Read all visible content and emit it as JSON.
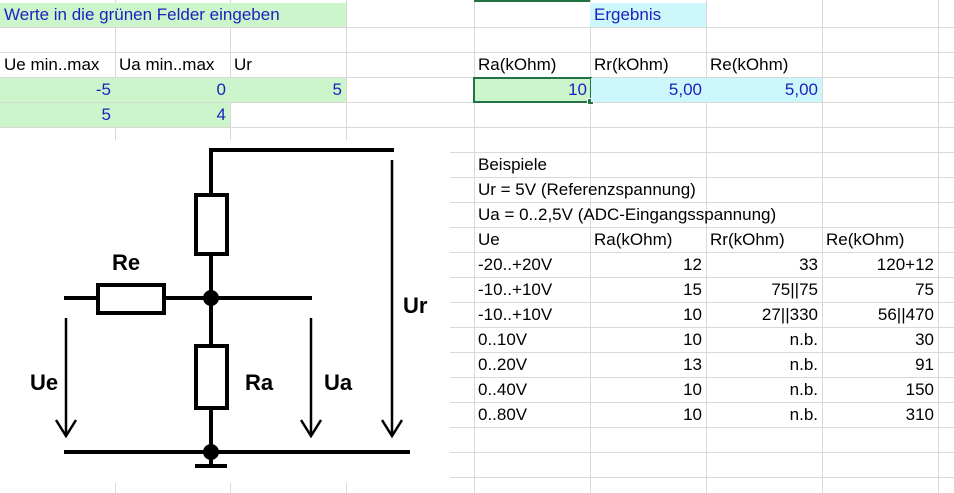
{
  "header": {
    "instruction": "Werte in die grünen Felder eingeben",
    "result_label": "Ergebnis"
  },
  "inputs": {
    "col_ue": "Ue min..max",
    "col_ua": "Ua min..max",
    "col_ur": "Ur",
    "ue_min": "-5",
    "ua_min": "0",
    "ur": "5",
    "ue_max": "5",
    "ua_max": "4"
  },
  "result": {
    "col_ra": "Ra(kOhm)",
    "col_rr": "Rr(kOhm)",
    "col_re": "Re(kOhm)",
    "ra": "10",
    "rr": "5,00",
    "re": "5,00"
  },
  "examples": {
    "title": "Beispiele",
    "line_ur": "Ur = 5V (Referenzspannung)",
    "line_ua": "Ua = 0..2,5V (ADC-Eingangsspannung)",
    "headers": [
      "Ue",
      "Ra(kOhm)",
      "Rr(kOhm)",
      "Re(kOhm)"
    ],
    "rows": [
      [
        "-20..+20V",
        "12",
        "33",
        "120+12"
      ],
      [
        "-10..+10V",
        "15",
        "75||75",
        "75"
      ],
      [
        "-10..+10V",
        "10",
        "27||330",
        "56||470"
      ],
      [
        "0..10V",
        "10",
        "n.b.",
        "30"
      ],
      [
        "0..20V",
        "13",
        "n.b.",
        "91"
      ],
      [
        "0..40V",
        "10",
        "n.b.",
        "150"
      ],
      [
        "0..80V",
        "10",
        "n.b.",
        "310"
      ]
    ]
  },
  "circuit": {
    "label_re": "Re",
    "label_ra": "Ra",
    "label_ue": "Ue",
    "label_ua": "Ua",
    "label_ur": "Ur"
  },
  "colors": {
    "input_fill": "#ccf5cc",
    "result_fill": "#ccf7fb",
    "text_blue": "#1f1fbf",
    "selection": "#217346"
  }
}
